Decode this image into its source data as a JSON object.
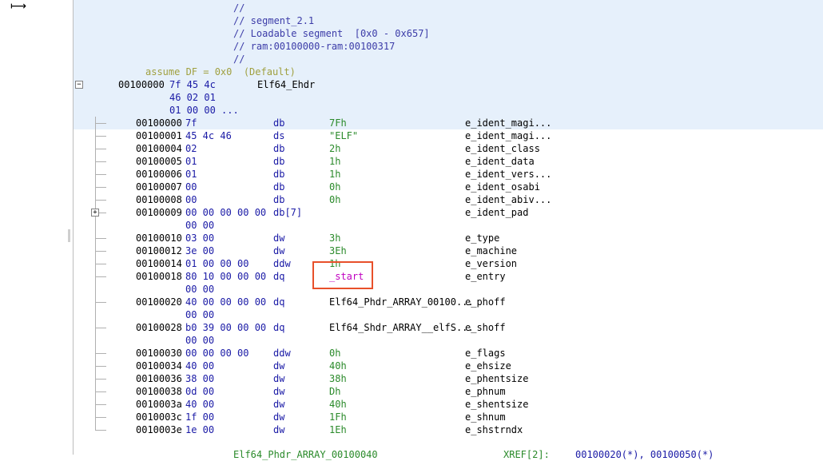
{
  "header": {
    "comments": [
      "//",
      "// segment_2.1",
      "// Loadable segment  [0x0 - 0x657]",
      "// ram:00100000-ram:00100317",
      "//"
    ],
    "assume": "assume DF = 0x0  (Default)",
    "struct_addr": "00100000",
    "struct_bytes": [
      "7f 45 4c",
      "46 02 01",
      "01 00 00 ..."
    ],
    "struct_type": "Elf64_Ehdr"
  },
  "rows": [
    {
      "addr": "00100000",
      "bytes": "7f",
      "bytes2": "",
      "mnem": "db",
      "value": "7Fh",
      "field": "e_ident_magi..."
    },
    {
      "addr": "00100001",
      "bytes": "45 4c 46",
      "bytes2": "",
      "mnem": "ds",
      "value": "\"ELF\"",
      "field": "e_ident_magi..."
    },
    {
      "addr": "00100004",
      "bytes": "02",
      "bytes2": "",
      "mnem": "db",
      "value": "2h",
      "field": "e_ident_class"
    },
    {
      "addr": "00100005",
      "bytes": "01",
      "bytes2": "",
      "mnem": "db",
      "value": "1h",
      "field": "e_ident_data"
    },
    {
      "addr": "00100006",
      "bytes": "01",
      "bytes2": "",
      "mnem": "db",
      "value": "1h",
      "field": "e_ident_vers..."
    },
    {
      "addr": "00100007",
      "bytes": "00",
      "bytes2": "",
      "mnem": "db",
      "value": "0h",
      "field": "e_ident_osabi"
    },
    {
      "addr": "00100008",
      "bytes": "00",
      "bytes2": "",
      "mnem": "db",
      "value": "0h",
      "field": "e_ident_abiv..."
    },
    {
      "addr": "00100009",
      "bytes": "00 00 00 00 00",
      "bytes2": "00 00",
      "mnem": "db[7]",
      "value": "",
      "field": "e_ident_pad"
    },
    {
      "addr": "00100010",
      "bytes": "03 00",
      "bytes2": "",
      "mnem": "dw",
      "value": "3h",
      "field": "e_type"
    },
    {
      "addr": "00100012",
      "bytes": "3e 00",
      "bytes2": "",
      "mnem": "dw",
      "value": "3Eh",
      "field": "e_machine"
    },
    {
      "addr": "00100014",
      "bytes": "01 00 00 00",
      "bytes2": "",
      "mnem": "ddw",
      "value": "1h",
      "field": "e_version"
    },
    {
      "addr": "00100018",
      "bytes": "80 10 00 00 00",
      "bytes2": "00 00",
      "mnem": "dq",
      "value": "_start",
      "field": "e_entry"
    },
    {
      "addr": "00100020",
      "bytes": "40 00 00 00 00",
      "bytes2": "00 00",
      "mnem": "dq",
      "value": "Elf64_Phdr_ARRAY_00100...",
      "field": "e_phoff"
    },
    {
      "addr": "00100028",
      "bytes": "b0 39 00 00 00",
      "bytes2": "00 00",
      "mnem": "dq",
      "value": "Elf64_Shdr_ARRAY__elfS...",
      "field": "e_shoff"
    },
    {
      "addr": "00100030",
      "bytes": "00 00 00 00",
      "bytes2": "",
      "mnem": "ddw",
      "value": "0h",
      "field": "e_flags"
    },
    {
      "addr": "00100034",
      "bytes": "40 00",
      "bytes2": "",
      "mnem": "dw",
      "value": "40h",
      "field": "e_ehsize"
    },
    {
      "addr": "00100036",
      "bytes": "38 00",
      "bytes2": "",
      "mnem": "dw",
      "value": "38h",
      "field": "e_phentsize"
    },
    {
      "addr": "00100038",
      "bytes": "0d 00",
      "bytes2": "",
      "mnem": "dw",
      "value": "Dh",
      "field": "e_phnum"
    },
    {
      "addr": "0010003a",
      "bytes": "40 00",
      "bytes2": "",
      "mnem": "dw",
      "value": "40h",
      "field": "e_shentsize"
    },
    {
      "addr": "0010003c",
      "bytes": "1f 00",
      "bytes2": "",
      "mnem": "dw",
      "value": "1Fh",
      "field": "e_shnum"
    },
    {
      "addr": "0010003e",
      "bytes": "1e 00",
      "bytes2": "",
      "mnem": "dw",
      "value": "1Eh",
      "field": "e_shstrndx"
    }
  ],
  "footer_partial": {
    "label": "Elf64_Phdr_ARRAY_00100040",
    "xref": "XREF[2]:",
    "refs": "00100020(*), 00100050(*)"
  },
  "colors": {
    "highlight": "#e6f0fb",
    "bytes": "#1a1aa6",
    "value": "#2a8a2a",
    "symbol": "#c000c0",
    "redbox": "#e8502a"
  }
}
